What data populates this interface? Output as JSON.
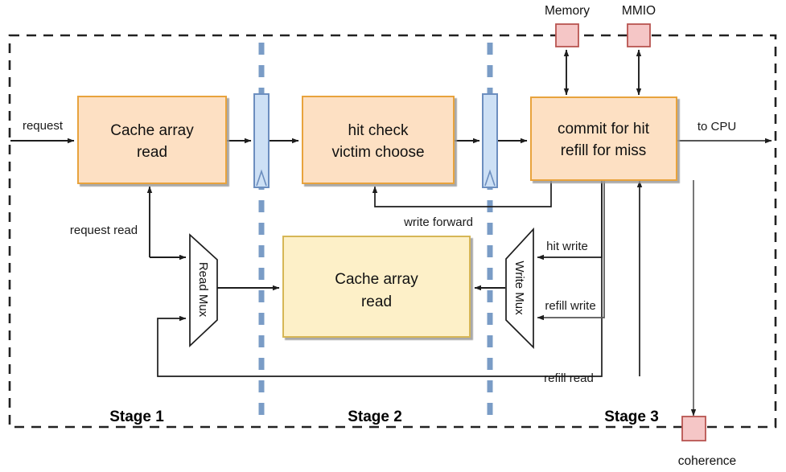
{
  "diagram": {
    "title": "Cache pipeline block diagram",
    "colors": {
      "stage_box_fill": "#fde0c3",
      "stage_box_stroke": "#e8a33d",
      "array_box_fill": "#fdf0c8",
      "array_box_stroke": "#d6b656",
      "register_fill": "#cde0f5",
      "register_stroke": "#6c8ebf",
      "external_fill": "#f5c6c6",
      "external_stroke": "#b85450",
      "separator": "#7a9cc6",
      "border": "#222222",
      "wire": "#2b2b2b"
    },
    "boundary": {
      "name": "cache-boundary",
      "style": "dashed"
    },
    "stages": [
      {
        "id": "stage-1",
        "label": "Stage 1"
      },
      {
        "id": "stage-2",
        "label": "Stage 2"
      },
      {
        "id": "stage-3",
        "label": "Stage 3"
      }
    ],
    "blocks": [
      {
        "id": "cache-array-read-stage1",
        "line1": "Cache array",
        "line2": "read",
        "kind": "stage"
      },
      {
        "id": "hit-check-victim-choose",
        "line1": "hit check",
        "line2": "victim choose",
        "kind": "stage"
      },
      {
        "id": "commit-refill",
        "line1": "commit for hit",
        "line2": "refill for miss",
        "kind": "stage"
      },
      {
        "id": "cache-array-read-storage",
        "line1": "Cache array",
        "line2": "read",
        "kind": "array"
      }
    ],
    "registers": [
      {
        "id": "pipeline-register-1",
        "label": ""
      },
      {
        "id": "pipeline-register-2",
        "label": ""
      }
    ],
    "muxes": [
      {
        "id": "read-mux",
        "label": "Read Mux",
        "orientation": "left-wide"
      },
      {
        "id": "write-mux",
        "label": "Write Mux",
        "orientation": "right-wide"
      }
    ],
    "external_nodes": [
      {
        "id": "memory-node",
        "label": "Memory"
      },
      {
        "id": "mmio-node",
        "label": "MMIO"
      },
      {
        "id": "coherence-node",
        "label": "coherence"
      }
    ],
    "signals": [
      {
        "id": "request",
        "label": "request"
      },
      {
        "id": "to-cpu",
        "label": "to CPU"
      },
      {
        "id": "request-read",
        "label": "request read"
      },
      {
        "id": "write-forward",
        "label": "write forward"
      },
      {
        "id": "hit-write",
        "label": "hit write"
      },
      {
        "id": "refill-write",
        "label": "refill write"
      },
      {
        "id": "refill-read",
        "label": "refill read"
      }
    ]
  }
}
